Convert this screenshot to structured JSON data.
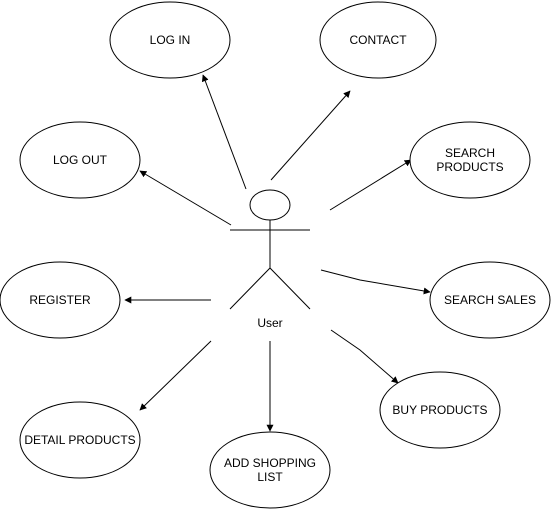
{
  "diagram": {
    "type": "use-case",
    "actor": {
      "id": "user",
      "label": "User"
    },
    "use_cases": [
      {
        "id": "login",
        "lines": [
          "LOG IN"
        ]
      },
      {
        "id": "contact",
        "lines": [
          "CONTACT"
        ]
      },
      {
        "id": "logout",
        "lines": [
          "LOG OUT"
        ]
      },
      {
        "id": "search-products",
        "lines": [
          "SEARCH",
          "PRODUCTS"
        ]
      },
      {
        "id": "register",
        "lines": [
          "REGISTER"
        ]
      },
      {
        "id": "search-sales",
        "lines": [
          "SEARCH SALES"
        ]
      },
      {
        "id": "buy-products",
        "lines": [
          "BUY PRODUCTS"
        ]
      },
      {
        "id": "detail-products",
        "lines": [
          "DETAIL PRODUCTS"
        ]
      },
      {
        "id": "add-shopping-list",
        "lines": [
          "ADD SHOPPING",
          "LIST"
        ]
      }
    ],
    "edges": [
      {
        "from": "user",
        "to": "login"
      },
      {
        "from": "user",
        "to": "contact"
      },
      {
        "from": "user",
        "to": "logout"
      },
      {
        "from": "user",
        "to": "search-products"
      },
      {
        "from": "user",
        "to": "register"
      },
      {
        "from": "user",
        "to": "search-sales"
      },
      {
        "from": "user",
        "to": "buy-products"
      },
      {
        "from": "user",
        "to": "detail-products"
      },
      {
        "from": "user",
        "to": "add-shopping-list"
      }
    ],
    "colors": {
      "stroke": "#000000",
      "fill": "#ffffff",
      "background": "#ffffff"
    }
  }
}
